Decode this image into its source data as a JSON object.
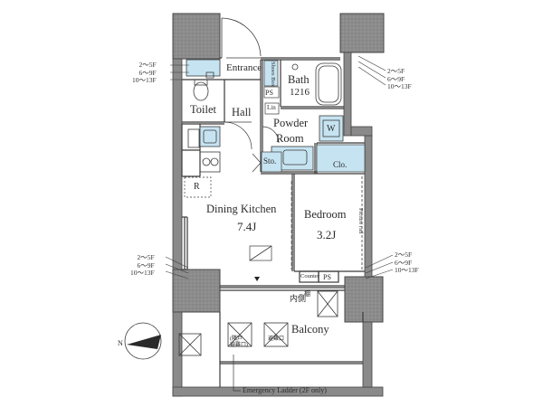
{
  "rooms": {
    "entrance": "Entrance",
    "shoes_box": "Shoes Box",
    "bath": "Bath",
    "bath_size": "1216",
    "toilet": "Toilet",
    "hall": "Hall",
    "ps": "PS",
    "lin": "Lin",
    "powder_room_line1": "Powder",
    "powder_room_line2": "Room",
    "wm": "W",
    "sto": "Sto.",
    "clo": "Clo.",
    "dining_kitchen": "Dining Kitchen",
    "dining_kitchen_size": "7.4J",
    "bedroom": "Bedroom",
    "bedroom_size": "3.2J",
    "picture_rail": "Picture rail",
    "counter": "Counter",
    "ps_balcony": "PS",
    "refrigerator": "R",
    "balcony": "Balcony",
    "inner_door": "内側",
    "rack": "棚",
    "evac_hatch_line1": "(隣戸",
    "evac_hatch_line2": "避難口)",
    "evac_hatch_b": "避難口",
    "compass": "N"
  },
  "floor_notes": {
    "top_left": "2～5F\n6～9F\n10～13F",
    "top_right": "2～5F\n6～9F\n10～13F",
    "mid_left": "2～5F\n6～9F\n10～13F",
    "mid_right": "2～5F\n6～9F\n10～13F"
  },
  "notes": {
    "emergency_ladder": "Emergency Ladder (2F only)"
  },
  "colors": {
    "wall_fill": "#8a8a8a",
    "column_fill": "#8c8c8c",
    "line": "#3a3a3a",
    "wet_area": "#c6e3f1"
  }
}
